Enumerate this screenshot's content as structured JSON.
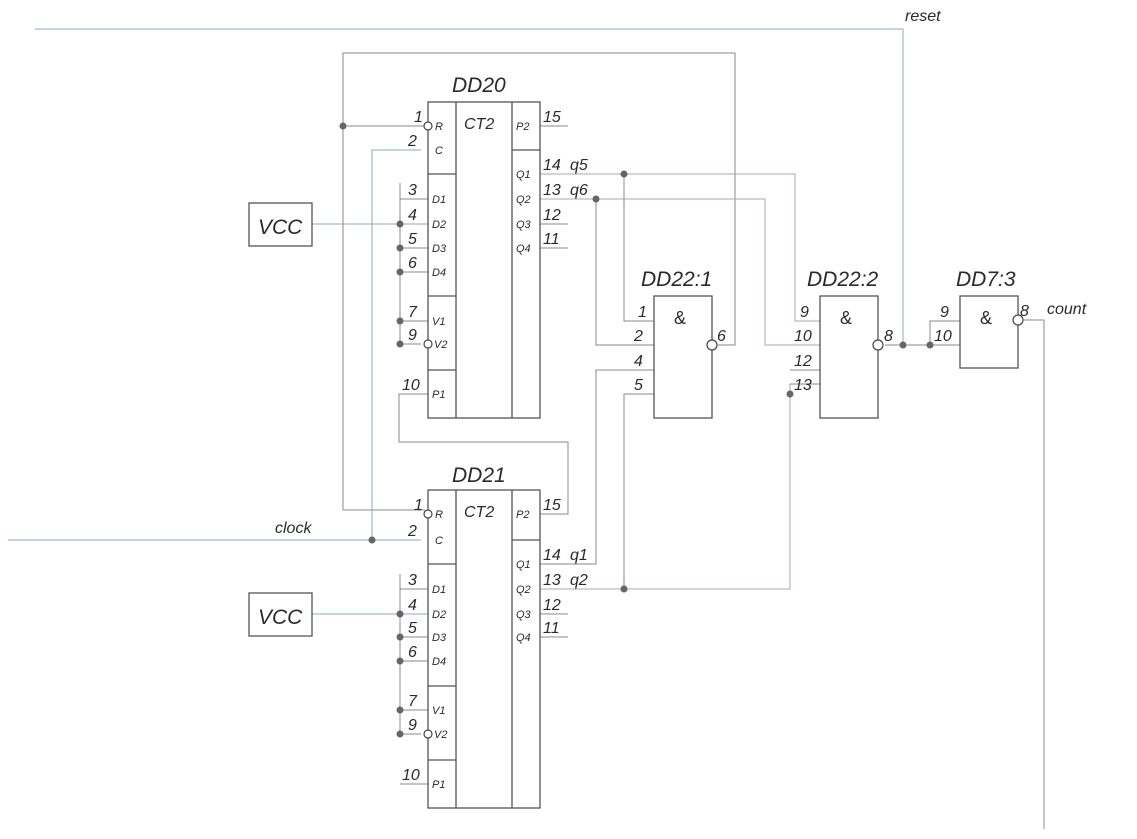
{
  "signals": {
    "reset": "reset",
    "clock": "clock",
    "count": "count"
  },
  "power": {
    "vcc_top": "VCC",
    "vcc_bottom": "VCC"
  },
  "counter_top": {
    "ref": "DD20",
    "type": "CT2",
    "left_pins": {
      "r": "1",
      "c": "2",
      "d1": "3",
      "d2": "4",
      "d3": "5",
      "d4": "6",
      "v1": "7",
      "v2": "9",
      "p1": "10"
    },
    "left_labels": {
      "r": "R",
      "c": "C",
      "d1": "D1",
      "d2": "D2",
      "d3": "D3",
      "d4": "D4",
      "v1": "V1",
      "v2": "V2",
      "p1": "P1"
    },
    "right_pins": {
      "p2": "15",
      "q1": "14",
      "q2": "13",
      "q3": "12",
      "q4": "11"
    },
    "right_labels": {
      "p2": "P2",
      "q1": "Q1",
      "q2": "Q2",
      "q3": "Q3",
      "q4": "Q4"
    },
    "net_q1": "q5",
    "net_q2": "q6"
  },
  "counter_bottom": {
    "ref": "DD21",
    "type": "CT2",
    "left_pins": {
      "r": "1",
      "c": "2",
      "d1": "3",
      "d2": "4",
      "d3": "5",
      "d4": "6",
      "v1": "7",
      "v2": "9",
      "p1": "10"
    },
    "left_labels": {
      "r": "R",
      "c": "C",
      "d1": "D1",
      "d2": "D2",
      "d3": "D3",
      "d4": "D4",
      "v1": "V1",
      "v2": "V2",
      "p1": "P1"
    },
    "right_pins": {
      "p2": "15",
      "q1": "14",
      "q2": "13",
      "q3": "12",
      "q4": "11"
    },
    "right_labels": {
      "p2": "P2",
      "q1": "Q1",
      "q2": "Q2",
      "q3": "Q3",
      "q4": "Q4"
    },
    "net_q1": "q1",
    "net_q2": "q2"
  },
  "gate1": {
    "ref": "DD22:1",
    "symbol": "&",
    "inputs": [
      "1",
      "2",
      "4",
      "5"
    ],
    "output": "6"
  },
  "gate2": {
    "ref": "DD22:2",
    "symbol": "&",
    "inputs": [
      "9",
      "10",
      "12",
      "13"
    ],
    "output": "8"
  },
  "gate3": {
    "ref": "DD7:3",
    "symbol": "&",
    "inputs": [
      "9",
      "10"
    ],
    "output": "8"
  }
}
